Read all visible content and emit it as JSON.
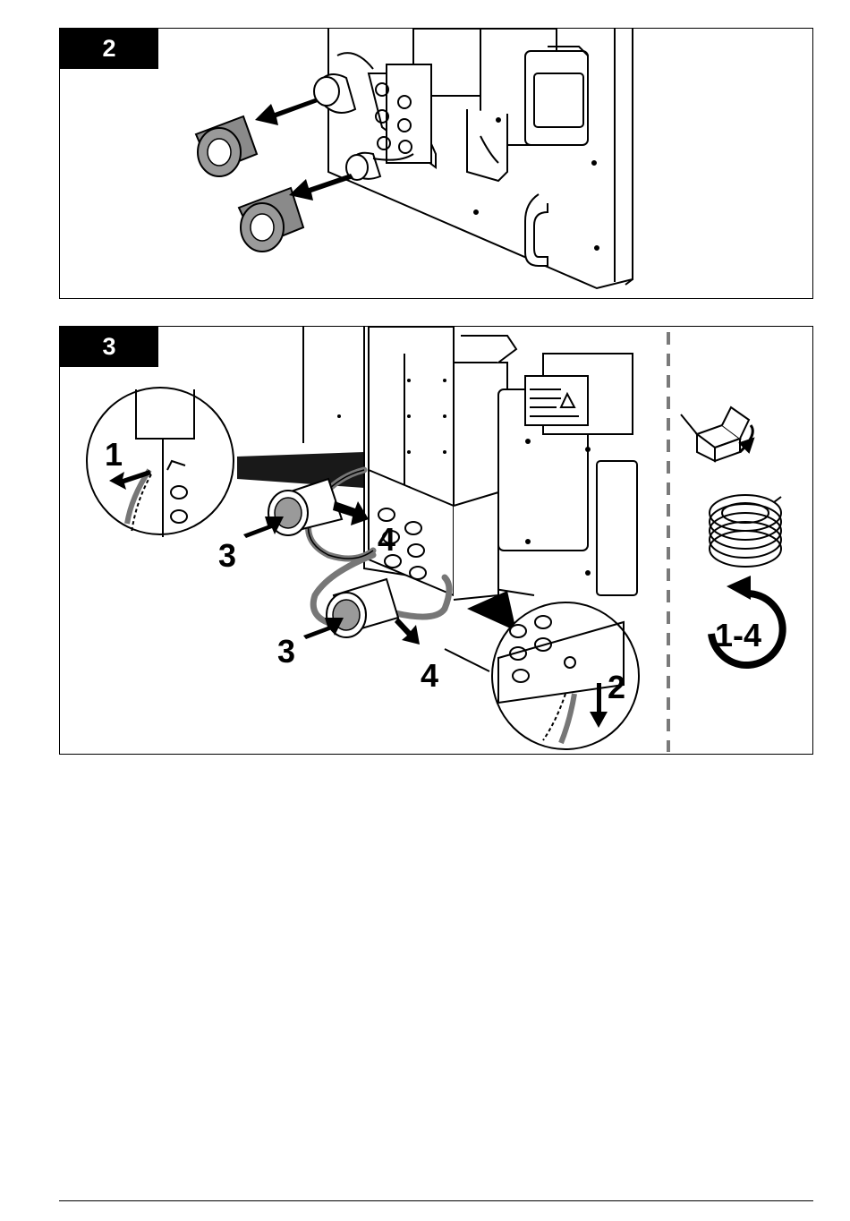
{
  "step2": {
    "badge": "2"
  },
  "step3": {
    "badge": "3",
    "callouts": {
      "c1": "1",
      "c2": "2",
      "c3a": "3",
      "c3b": "3",
      "c4a": "4",
      "c4b": "4"
    },
    "repeat_label": "1-4"
  },
  "icons": [
    "open-box-icon",
    "tubing-coil-icon",
    "repeat-steps-icon"
  ]
}
